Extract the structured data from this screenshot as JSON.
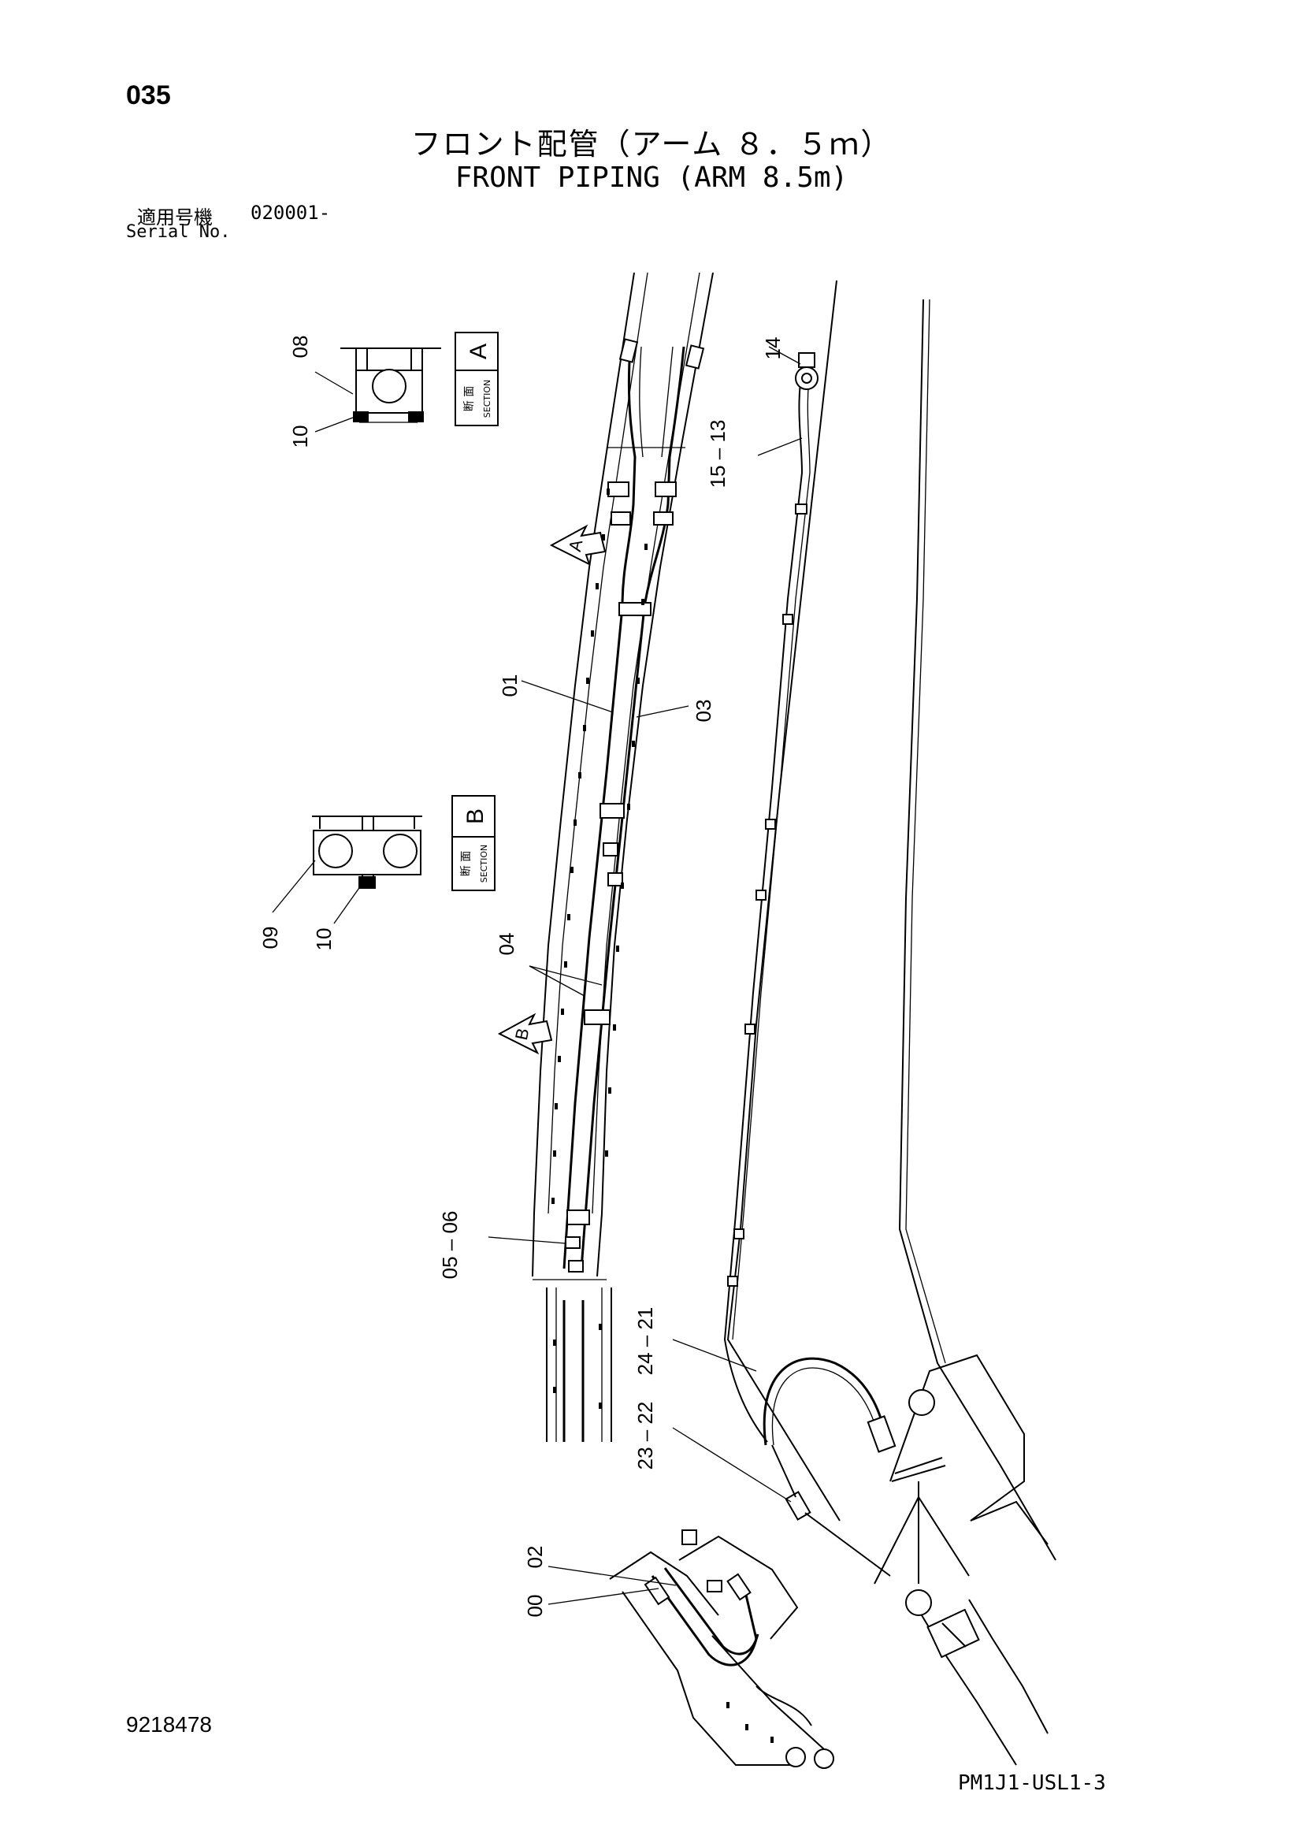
{
  "header": {
    "page_number": "035",
    "title_jp": "フロント配管（アーム ８．５ｍ）",
    "title_en": "FRONT PIPING (ARM 8.5m)",
    "serial_label_jp": "適用号機",
    "serial_value": "020001-",
    "serial_label_en": "Serial No."
  },
  "footer": {
    "document_number": "9218478",
    "drawing_code": "PM1J1-USL1-3"
  },
  "sections": {
    "a": {
      "letter": "A",
      "label_jp": "断 面",
      "label_en": "SECTION"
    },
    "b": {
      "letter": "B",
      "label_jp": "断 面",
      "label_en": "SECTION"
    }
  },
  "view_arrows": {
    "a": "A",
    "b": "B"
  },
  "callouts": {
    "p08": "08",
    "p10a": "10",
    "p09": "09",
    "p10b": "10",
    "p01": "01",
    "p03": "03",
    "p04": "04",
    "p05_06": "05 – 06",
    "p14": "14",
    "p15_13": "15 – 13",
    "p24_21": "24 – 21",
    "p23_22": "23 – 22",
    "p02": "02",
    "p00": "00"
  }
}
